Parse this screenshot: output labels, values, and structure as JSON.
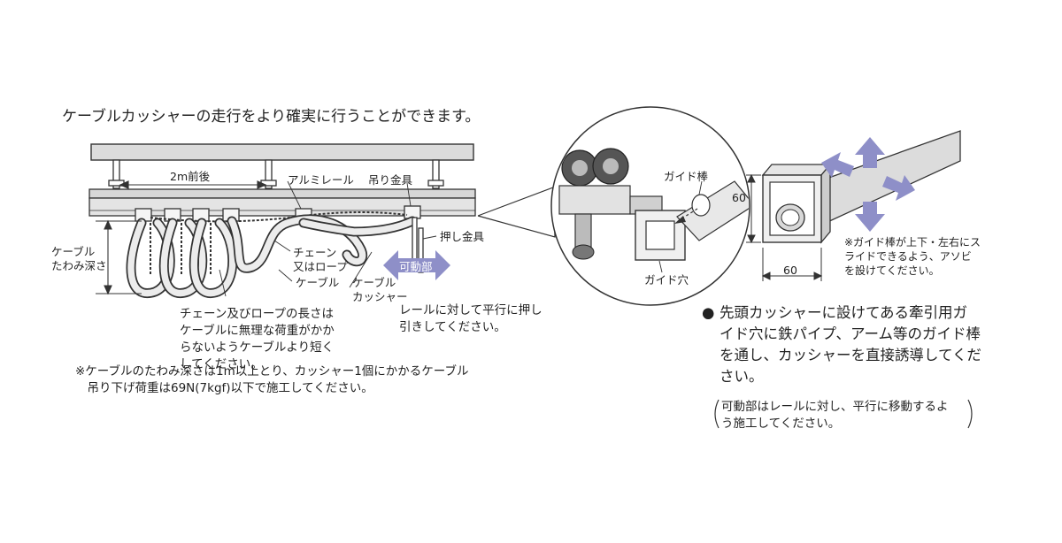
{
  "headline": "ケーブルカッシャーの走行をより確実に行うことができます。",
  "labels": {
    "distance": "2m前後",
    "rail": "アルミレール",
    "hanger": "吊り金具",
    "sag_depth": "ケーブル\nたわみ深さ",
    "chain_or_rope": "チェーン\n又はロープ",
    "cable": "ケーブル",
    "cable_carrier": "ケーブル\nカッシャー",
    "push_bracket": "押し金具",
    "movable_part": "可動部",
    "guide_rod": "ガイド棒",
    "guide_hole": "ガイド穴",
    "dim_height": "60",
    "dim_width": "60"
  },
  "notes": {
    "chain_note": "チェーン及びロープの長さは\nケーブルに無理な荷重がかか\nらないようケーブルより短く\nしてください。",
    "sag_note": "※ケーブルのたわみ深さは1m以上とり、カッシャー1個にかかるケーブル\n　吊り下げ荷重は69N(7kgf)以下で施工してください。",
    "push_note": "レールに対して平行に押し\n引きしてください。",
    "guide_play_note": "※ガイド棒が上下・左右にス\nライドできるよう、アソビ\nを設けてください。",
    "bullet_text": "先頭カッシャーに設けてある牽引用ガ\nイド穴に鉄パイプ、アーム等のガイド棒\nを通し、カッシャーを直接誘導してくだ\nさい。",
    "bullet_mark": "●",
    "paren_note": "可動部はレールに対し、平行に移動するよ\nう施工してください。"
  },
  "colors": {
    "line": "#333333",
    "rail_fill": "#e4e4e4",
    "rail_top": "#d7d7d7",
    "cable_fill": "#ececec",
    "arrow": "#8e8fc8",
    "tube": "#dcdcdc"
  }
}
